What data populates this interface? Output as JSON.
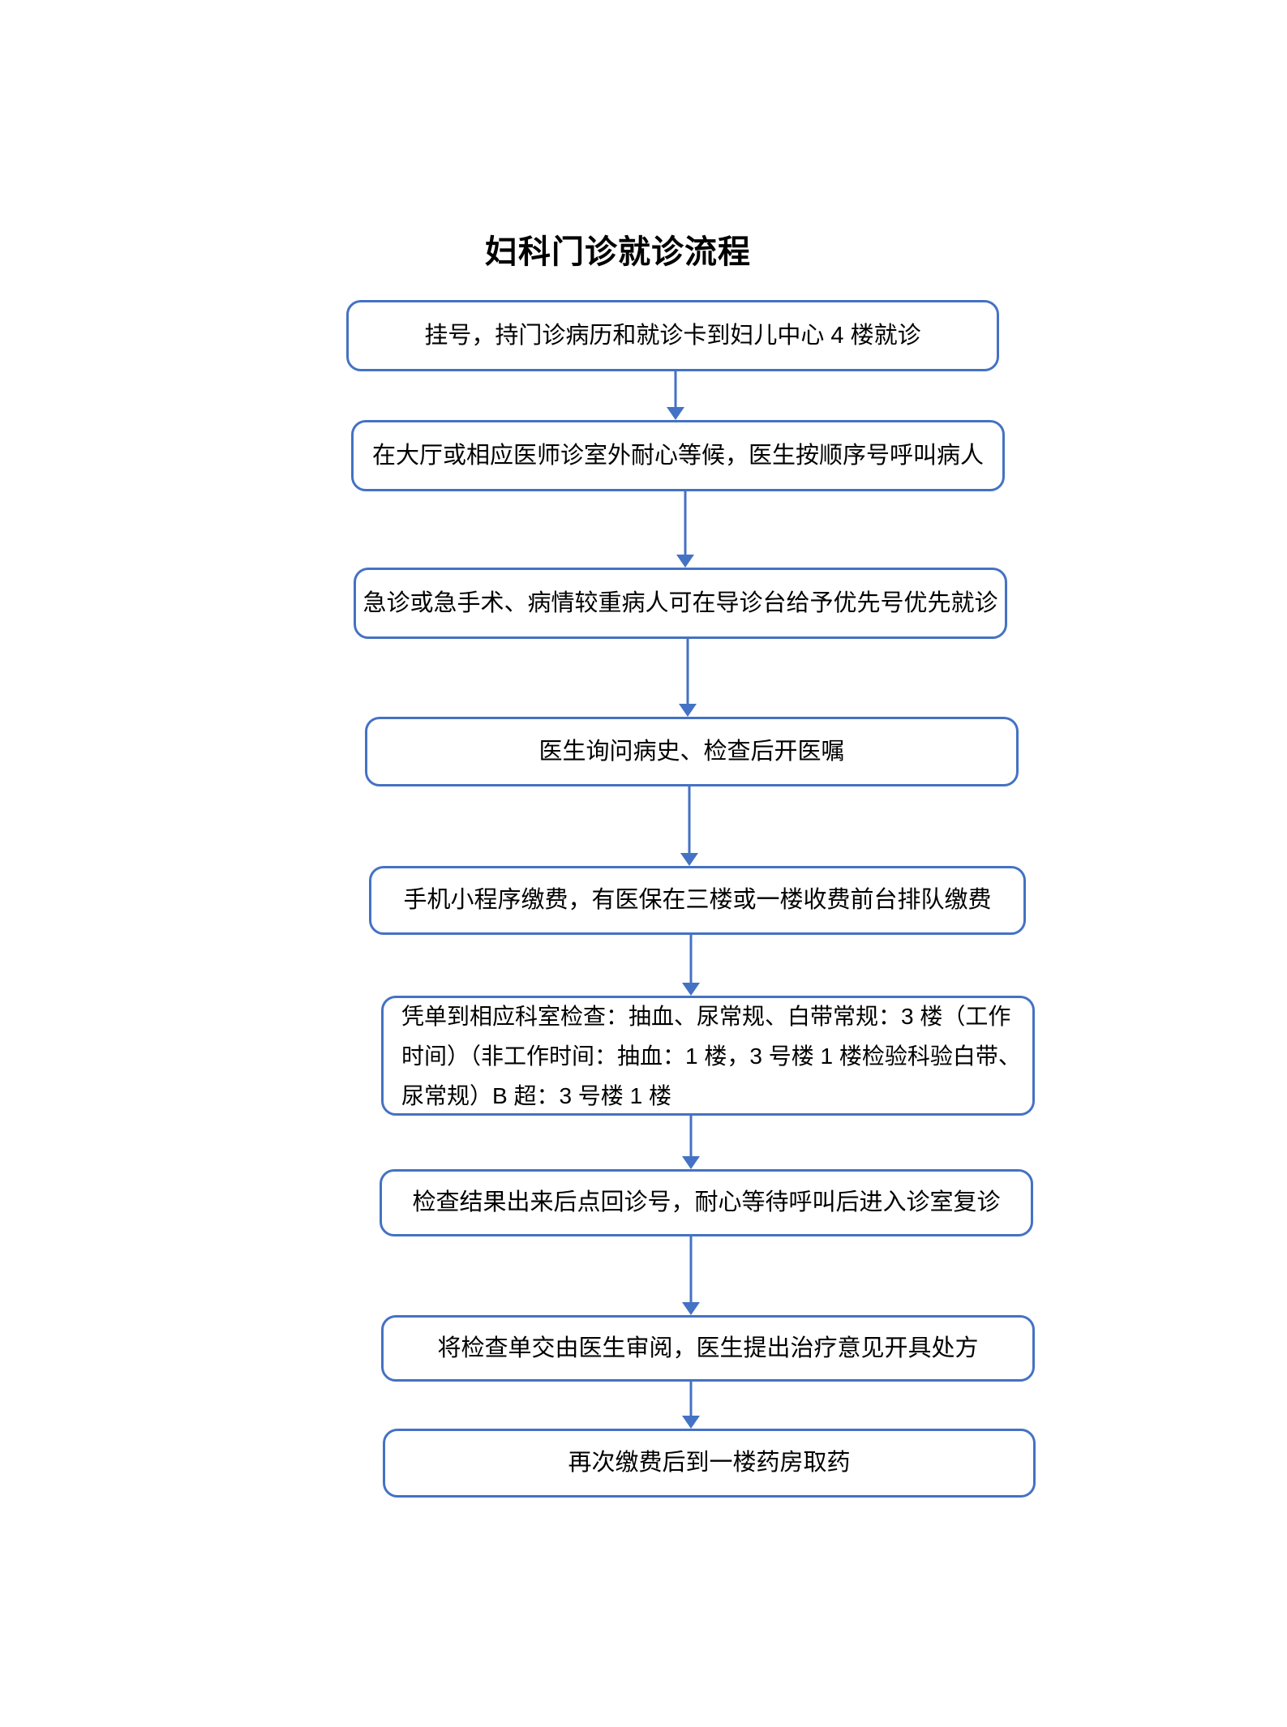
{
  "page": {
    "title": "妇科门诊就诊流程"
  },
  "colors": {
    "flow_blue": "#4472C4",
    "text": "#000000"
  },
  "flow": {
    "steps": [
      {
        "text": "挂号，持门诊病历和就诊卡到妇儿中心 4 楼就诊"
      },
      {
        "text": "在大厅或相应医师诊室外耐心等候，医生按顺序号呼叫病人"
      },
      {
        "text": "急诊或急手术、病情较重病人可在导诊台给予优先号优先就诊"
      },
      {
        "text": "医生询问病史、检查后开医嘱"
      },
      {
        "text": "手机小程序缴费，有医保在三楼或一楼收费前台排队缴费"
      },
      {
        "lines": [
          "凭单到相应科室检查：抽血、尿常规、白带常规：3 楼（工作",
          "时间）（非工作时间：抽血：1 楼，3 号楼 1 楼检验科验白带、",
          "尿常规）B 超：3 号楼 1 楼"
        ]
      },
      {
        "text": "检查结果出来后点回诊号，耐心等待呼叫后进入诊室复诊"
      },
      {
        "text": "将检查单交由医生审阅，医生提出治疗意见开具处方"
      },
      {
        "text": "再次缴费后到一楼药房取药"
      }
    ]
  }
}
